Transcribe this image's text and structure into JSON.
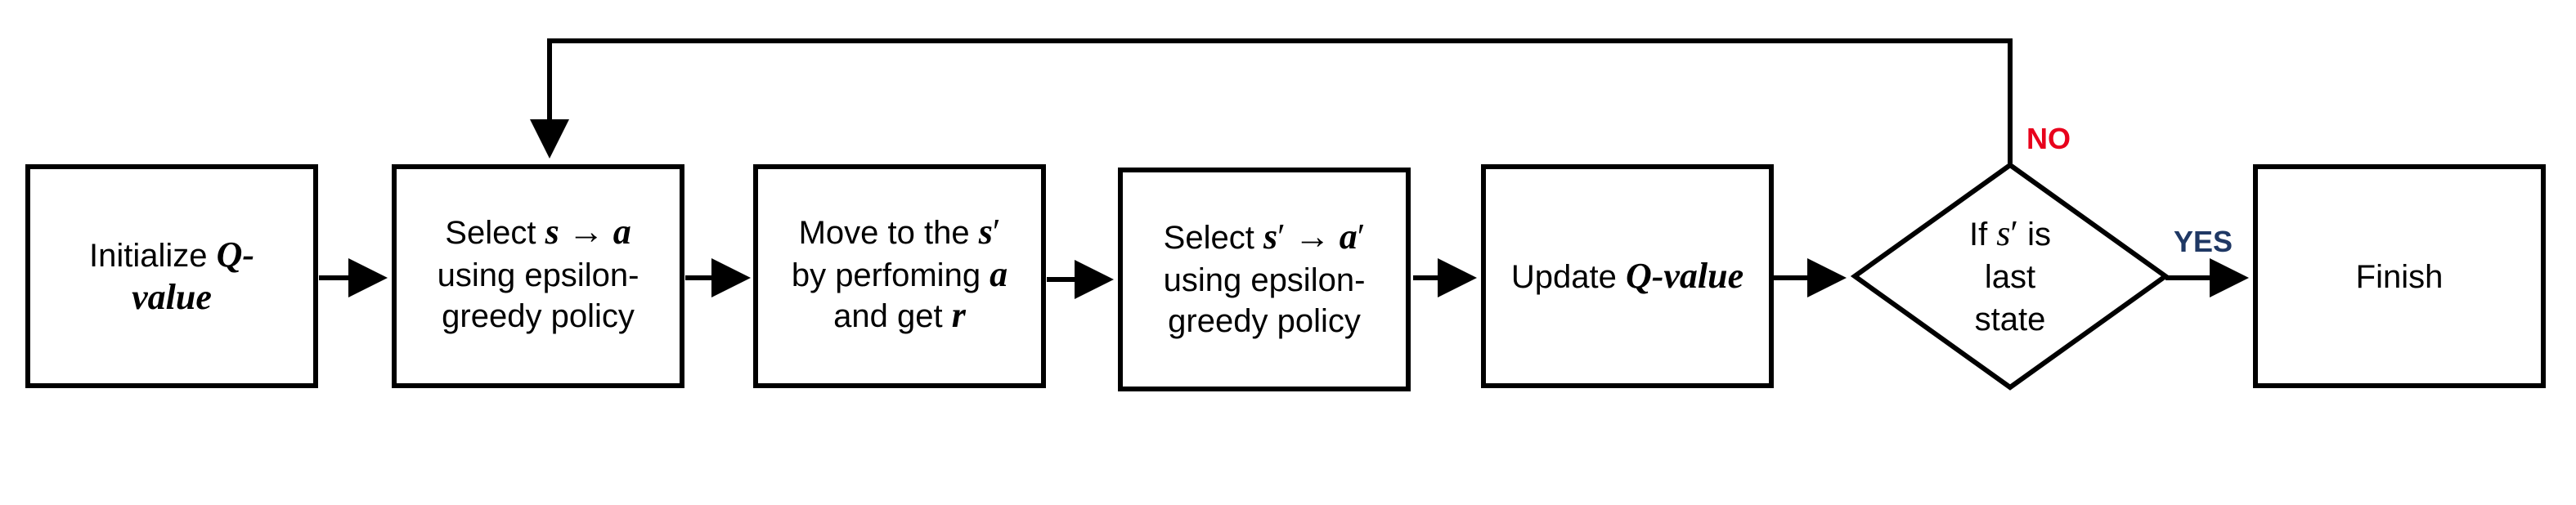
{
  "nodes": {
    "init": {
      "l1a": "Initialize ",
      "l1b": "Q-",
      "l2": "value"
    },
    "select_action": {
      "l1a": "Select ",
      "l1b": "s",
      "l1c": " → ",
      "l1d": "a",
      "l2": "using epsilon-",
      "l3": "greedy policy"
    },
    "move": {
      "l1a": "Move to the ",
      "l1b": "s",
      "l1c": "′",
      "l2a": "by perfoming ",
      "l2b": "a",
      "l3a": "and get ",
      "l3b": "r"
    },
    "select_next": {
      "l1a": "Select ",
      "l1b": "s",
      "l1c": "′",
      "l1d": " → ",
      "l1e": "a",
      "l1f": "′",
      "l2": "using epsilon-",
      "l3": "greedy policy"
    },
    "update": {
      "l1a": "Update ",
      "l1b": "Q-value"
    },
    "decision": {
      "l1a": "If ",
      "l1b": "s",
      "l1c": "′",
      "l1d": " is",
      "l2": "last",
      "l3": "state"
    },
    "finish": {
      "label": "Finish"
    }
  },
  "edges": {
    "no_label": "NO",
    "yes_label": "YES"
  },
  "colors": {
    "no": "#e8001c",
    "yes": "#1f3864",
    "stroke": "#000000"
  }
}
